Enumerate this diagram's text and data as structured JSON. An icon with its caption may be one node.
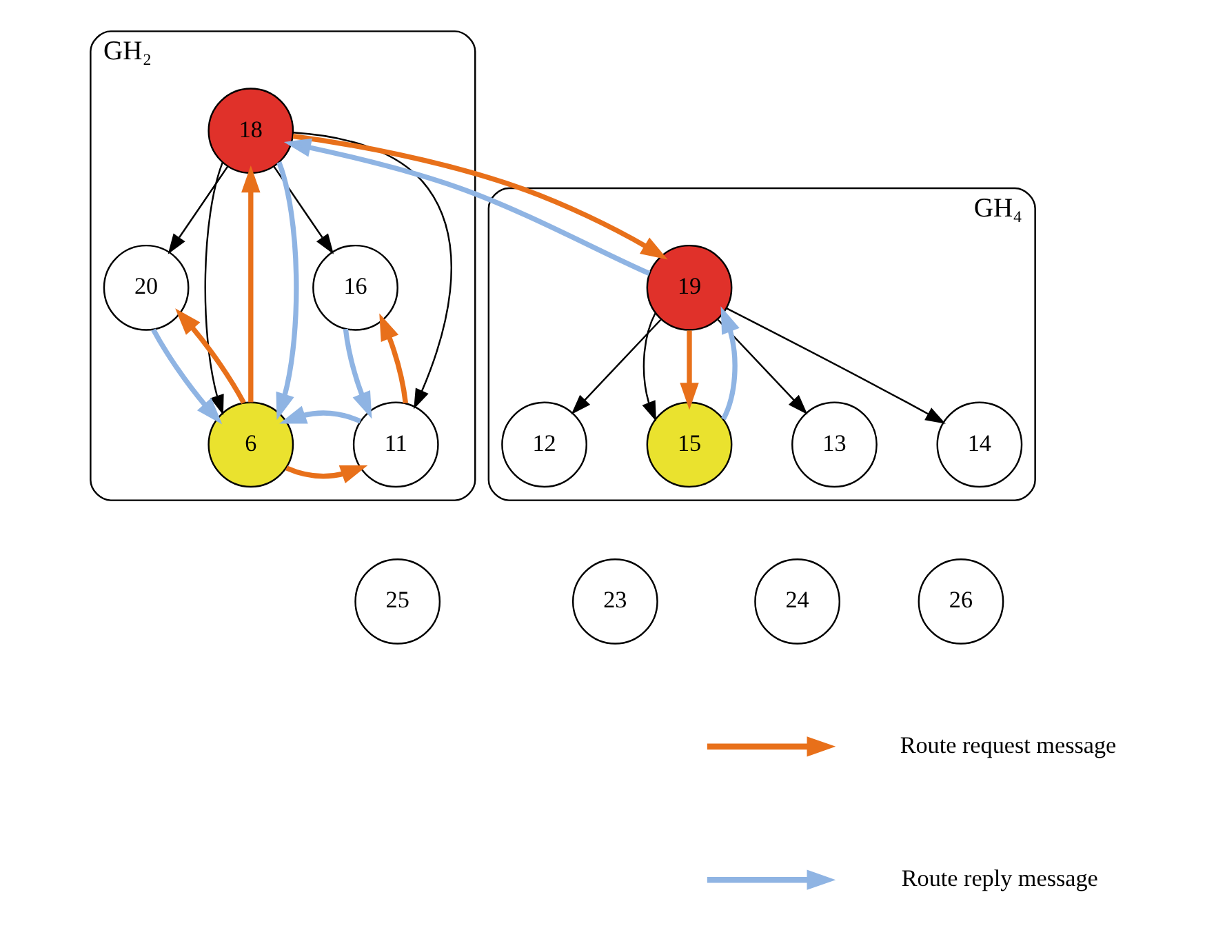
{
  "diagram": {
    "nodes": [
      {
        "text": [
          "GH₂"
        ]
      },
      {
        "text": [
          "18"
        ],
        "in": 0
      },
      {
        "text": [
          "20"
        ],
        "in": 0
      },
      {
        "text": [
          "16"
        ],
        "in": 0
      },
      {
        "text": [
          "6"
        ],
        "in": 0
      },
      {
        "text": [
          "11"
        ],
        "in": 0
      },
      {
        "text": [
          "GH₄"
        ]
      },
      {
        "text": [
          "19"
        ],
        "in": 6
      },
      {
        "text": [
          "12"
        ],
        "in": 6
      },
      {
        "text": [
          "15"
        ],
        "in": 6
      },
      {
        "text": [
          "13"
        ],
        "in": 6
      },
      {
        "text": [
          "14"
        ],
        "in": 6
      },
      {
        "text": [
          "23"
        ]
      },
      {
        "text": [
          "24"
        ]
      },
      {
        "text": [
          "25"
        ]
      },
      {
        "text": [
          "26"
        ]
      }
    ],
    "edges": [
      {
        "from": 1,
        "to": 2,
        "arrow": "to"
      },
      {
        "from": 1,
        "to": 4,
        "arrow": "to"
      },
      {
        "from": 1,
        "to": 5,
        "arrow": "to"
      },
      {
        "from": 1,
        "to": 3,
        "arrow": "to"
      },
      {
        "from": 7,
        "to": 8,
        "arrow": "to"
      },
      {
        "from": 7,
        "to": 10,
        "arrow": "to"
      },
      {
        "from": 7,
        "to": 11,
        "arrow": "to"
      },
      {
        "from": 7,
        "to": 9,
        "arrow": "to"
      },
      {
        "from": 1,
        "to": 7,
        "arrow": "to",
        "color": "#e8701a"
      },
      {
        "from": 7,
        "to": 9,
        "arrow": "to",
        "color": "#e8701a"
      },
      {
        "from": 4,
        "to": 1,
        "arrow": "to",
        "color": "#e8701a"
      },
      {
        "from": 4,
        "to": 2,
        "arrow": "to",
        "color": "#e8701a"
      },
      {
        "from": 4,
        "to": 5,
        "arrow": "to",
        "color": "#e8701a"
      },
      {
        "from": 5,
        "to": 3,
        "arrow": "to",
        "color": "#e8701a"
      },
      {
        "from": 7,
        "to": 1,
        "arrow": "to",
        "color": "#8fb4e3"
      },
      {
        "from": 9,
        "to": 7,
        "arrow": "to",
        "color": "#8fb4e3"
      },
      {
        "from": 1,
        "to": 4,
        "arrow": "to",
        "color": "#8fb4e3"
      },
      {
        "from": 2,
        "to": 4,
        "arrow": "to",
        "color": "#8fb4e3"
      },
      {
        "from": 3,
        "to": 5,
        "arrow": "to",
        "color": "#8fb4e3"
      },
      {
        "from": 5,
        "to": 4,
        "arrow": "to",
        "color": "#8fb4e3"
      }
    ],
    "legend": [
      {
        "text": "Route request message"
      },
      {
        "text": "Route reply message"
      }
    ]
  }
}
